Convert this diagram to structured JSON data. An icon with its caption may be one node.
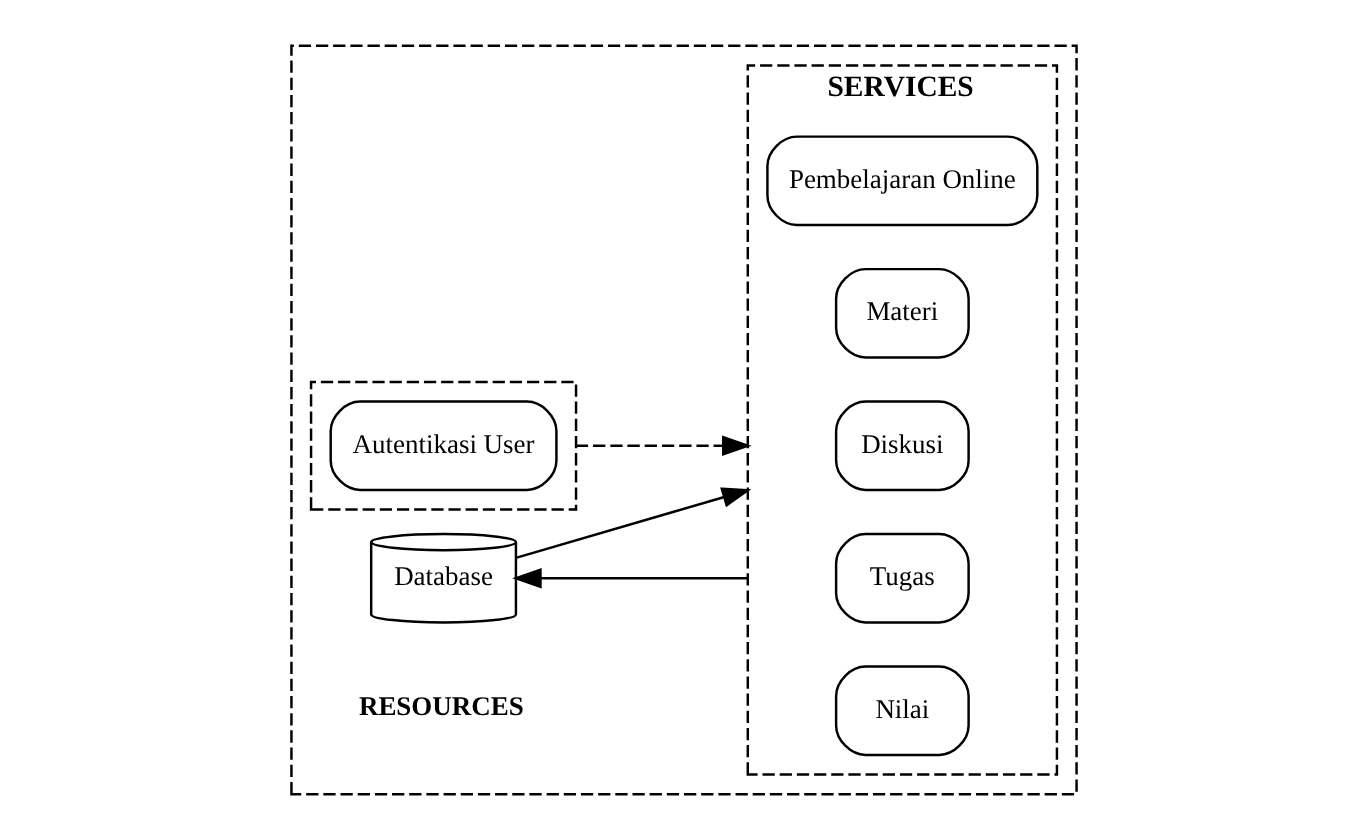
{
  "diagram": {
    "nodes": [
      {
        "text": [],
        "shape": "box"
      },
      {
        "text": [],
        "shape": "box",
        "in": 0
      },
      {
        "text": [
          "Autentikasi User"
        ],
        "in": 1
      },
      {
        "text": [
          "SERVICES"
        ],
        "in": 0
      },
      {
        "text": [
          "Pembelajaran Online"
        ],
        "in": 3
      },
      {
        "text": [
          "Materi"
        ],
        "in": 3
      },
      {
        "text": [
          "Diskusi"
        ],
        "in": 3
      },
      {
        "text": [
          "Tugas"
        ],
        "in": 3
      },
      {
        "text": [
          "Nilai"
        ],
        "in": 3
      },
      {
        "text": [
          "Database"
        ],
        "in": 0
      }
    ],
    "edges": [
      {
        "from": 1,
        "to": 3,
        "arrow": "to",
        "style": "dashed"
      },
      {
        "from": 9,
        "to": 3,
        "arrow": "to"
      },
      {
        "from": 3,
        "to": 9,
        "arrow": "to"
      }
    ],
    "labels": [
      "RESOURCES"
    ]
  }
}
